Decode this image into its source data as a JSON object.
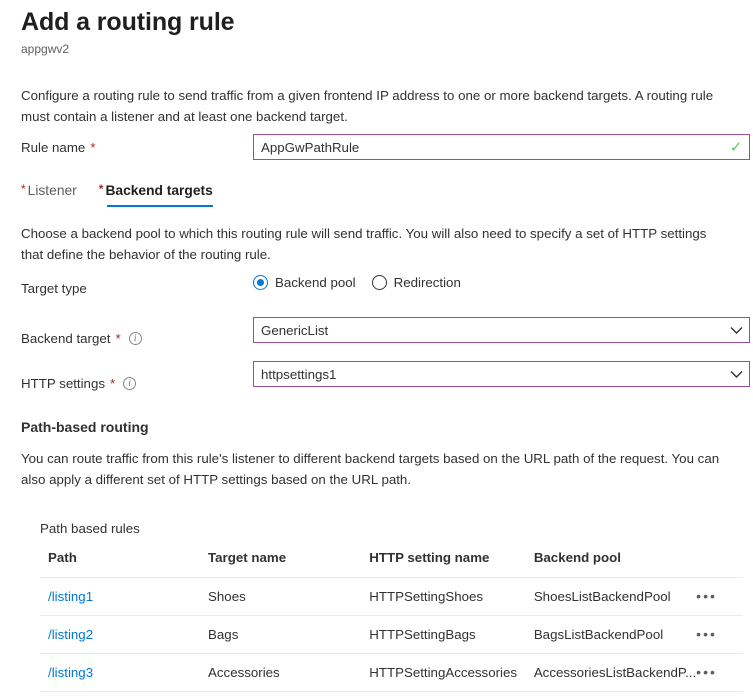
{
  "header": {
    "title": "Add a routing rule",
    "subtitle": "appgwv2"
  },
  "intro": "Configure a routing rule to send traffic from a given frontend IP address to one or more backend targets. A routing rule must contain a listener and at least one backend target.",
  "rule_name": {
    "label": "Rule name",
    "required_marker": "*",
    "value": "AppGwPathRule",
    "valid_icon": "✓"
  },
  "tabs": [
    {
      "label": "Listener",
      "required_marker": "*",
      "active": false
    },
    {
      "label": "Backend targets",
      "required_marker": "*",
      "active": true
    }
  ],
  "tab_description": "Choose a backend pool to which this routing rule will send traffic. You will also need to specify a set of HTTP settings that define the behavior of the routing rule.",
  "target_type": {
    "label": "Target type",
    "options": [
      {
        "label": "Backend pool",
        "selected": true
      },
      {
        "label": "Redirection",
        "selected": false
      }
    ]
  },
  "backend_target": {
    "label": "Backend target",
    "required_marker": "*",
    "info_glyph": "i",
    "value": "GenericList"
  },
  "http_settings": {
    "label": "HTTP settings",
    "required_marker": "*",
    "info_glyph": "i",
    "value": "httpsettings1"
  },
  "path_based_routing": {
    "heading": "Path-based routing",
    "description": "You can route traffic from this rule's listener to different backend targets based on the URL path of the request. You can also apply a different set of HTTP settings based on the URL path."
  },
  "table": {
    "caption": "Path based rules",
    "columns": [
      "Path",
      "Target name",
      "HTTP setting name",
      "Backend pool"
    ],
    "row_menu_glyph": "•••",
    "rows": [
      {
        "path": "/listing1",
        "target_name": "Shoes",
        "http_setting_name": "HTTPSettingShoes",
        "backend_pool": "ShoesListBackendPool"
      },
      {
        "path": "/listing2",
        "target_name": "Bags",
        "http_setting_name": "HTTPSettingBags",
        "backend_pool": "BagsListBackendPool"
      },
      {
        "path": "/listing3",
        "target_name": "Accessories",
        "http_setting_name": "HTTPSettingAccessories",
        "backend_pool": "AccessoriesListBackendP..."
      }
    ]
  },
  "colors": {
    "accent_blue": "#0078d4",
    "field_border_purple": "#9B4F96",
    "required_red": "#a4262c",
    "valid_green": "#5ec75e",
    "text_primary": "#323130",
    "text_secondary": "#605e5c",
    "row_divider": "#edebe9"
  }
}
